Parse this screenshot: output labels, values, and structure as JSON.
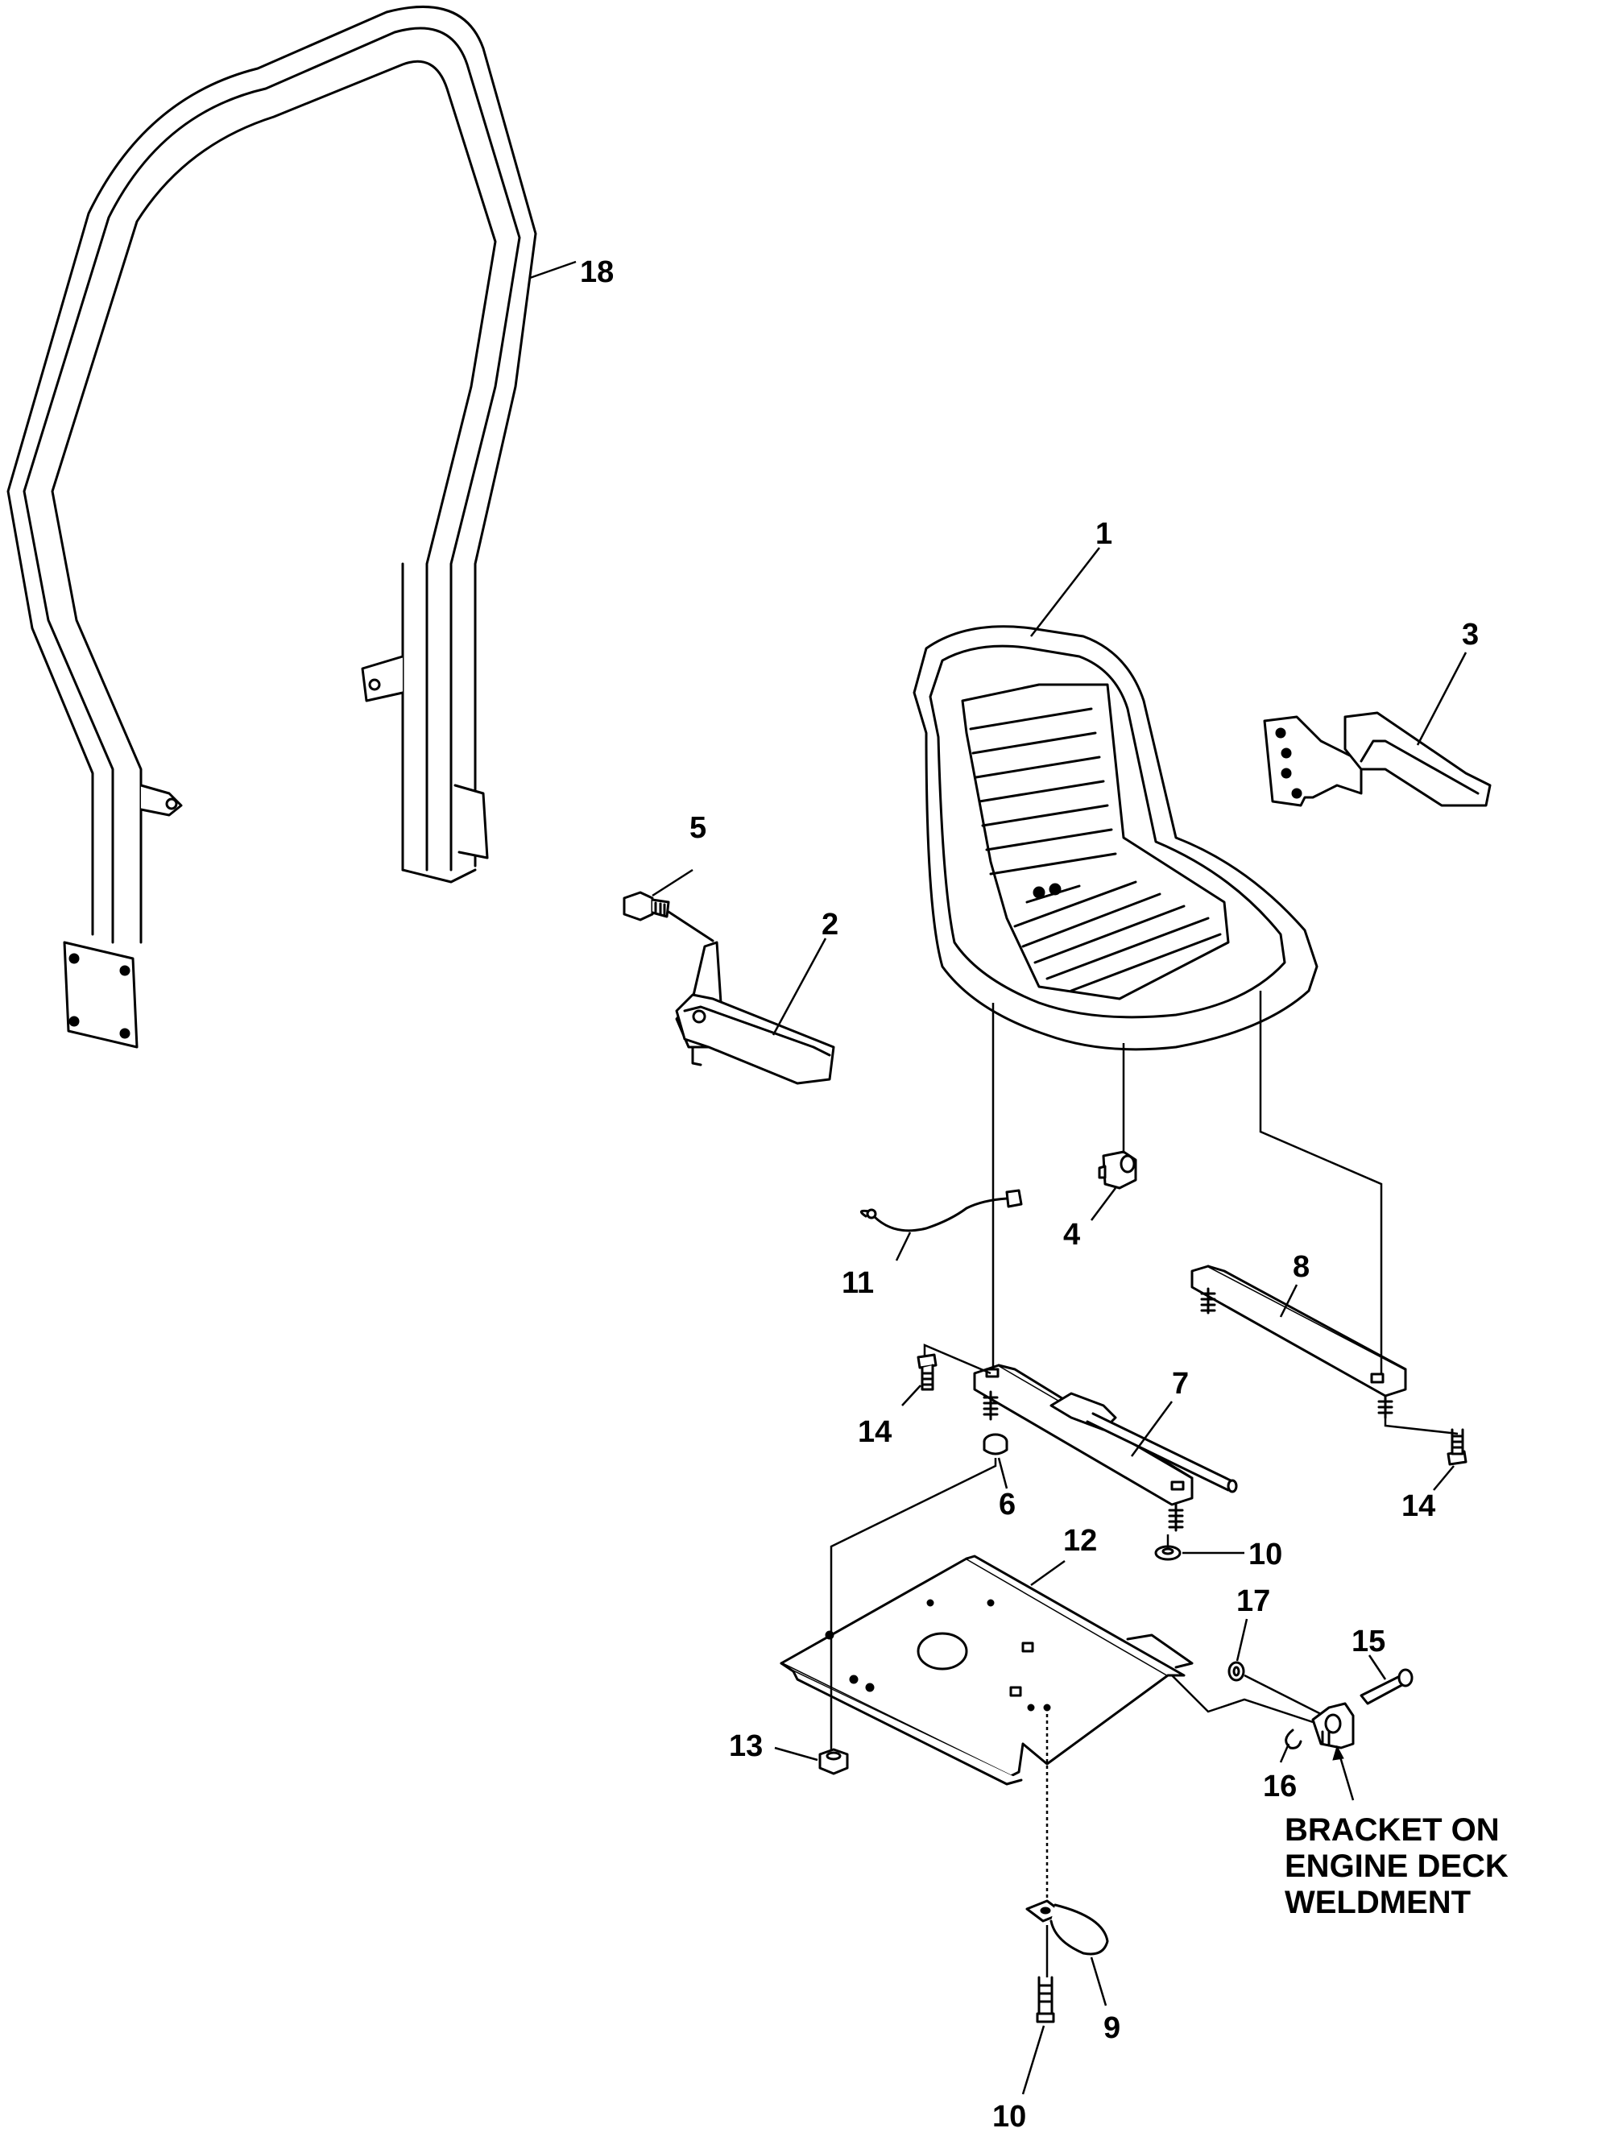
{
  "diagram": {
    "callouts": {
      "c1": "1",
      "c2": "2",
      "c3": "3",
      "c4": "4",
      "c5": "5",
      "c6": "6",
      "c7": "7",
      "c8": "8",
      "c9": "9",
      "c10a": "10",
      "c10b": "10",
      "c11": "11",
      "c12": "12",
      "c13": "13",
      "c14a": "14",
      "c14b": "14",
      "c15": "15",
      "c16": "16",
      "c17": "17",
      "c18": "18"
    },
    "note": {
      "line1": "BRACKET ON",
      "line2": "ENGINE DECK",
      "line3": "WELDMENT"
    }
  }
}
